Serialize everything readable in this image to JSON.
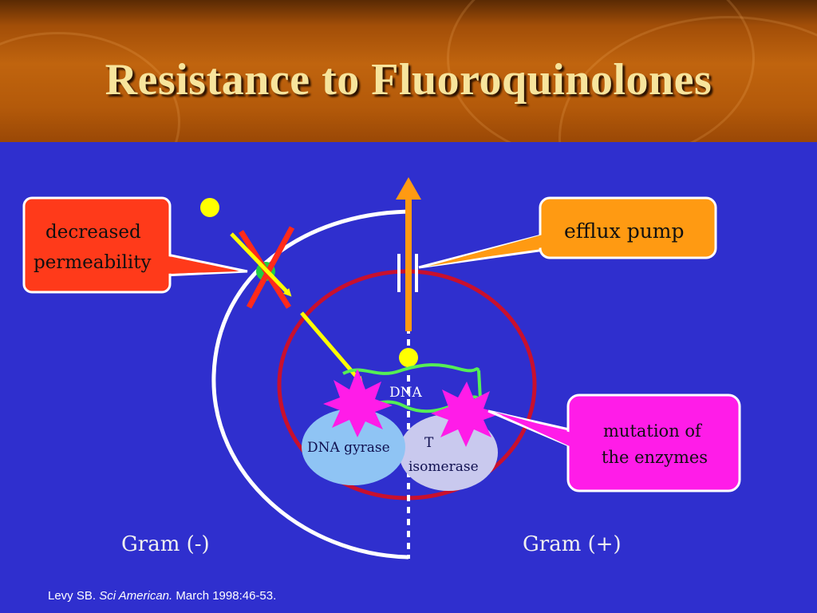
{
  "slide": {
    "title": "Resistance to Fluoroquinolones"
  },
  "diagram": {
    "callouts": {
      "permeability_line1": "decreased",
      "permeability_line2": "permeability",
      "efflux": "efflux pump",
      "mutation_line1": "mutation of",
      "mutation_line2": "the enzymes"
    },
    "labels": {
      "dna": "DNA",
      "gyrase": "DNA gyrase",
      "topo_line1": "T",
      "topo_line2": "isomerase",
      "gram_neg": "Gram (-)",
      "gram_pos": "Gram (+)"
    }
  },
  "citation": {
    "author": "Levy SB.",
    "journal": "Sci American.",
    "details": "March 1998:46-53."
  },
  "colors": {
    "background": "#2f2fce",
    "title_text": "#f7e49c",
    "permeability_callout": "#ff3a1a",
    "efflux_callout": "#ff9a12",
    "mutation_callout": "#ff1ce8",
    "cell_membrane": "#c8102e",
    "drug": "#ffff00",
    "dna": "#55ee55"
  }
}
